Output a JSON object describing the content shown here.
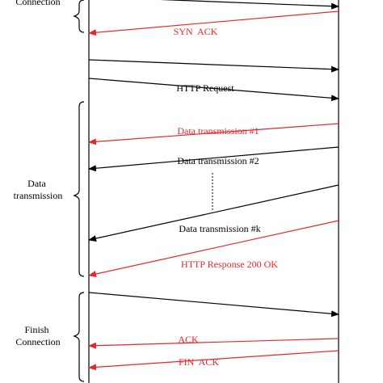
{
  "phases": {
    "connection": [
      "Connection"
    ],
    "data_transmission": [
      "Data",
      "transmission"
    ],
    "finish_connection": [
      "Finish",
      "Connection"
    ]
  },
  "messages": {
    "syn_ack": "SYN  ACK",
    "http_request": "HTTP Request",
    "data_1": "Data transmission #1",
    "data_2": "Data transmission #2",
    "data_k": "Data transmission #k",
    "http_response": "HTTP Response 200 OK",
    "ack": "ACK",
    "fin_ack": "FIN  ACK"
  },
  "colors": {
    "black": "#000000",
    "red": "#e8262a"
  }
}
